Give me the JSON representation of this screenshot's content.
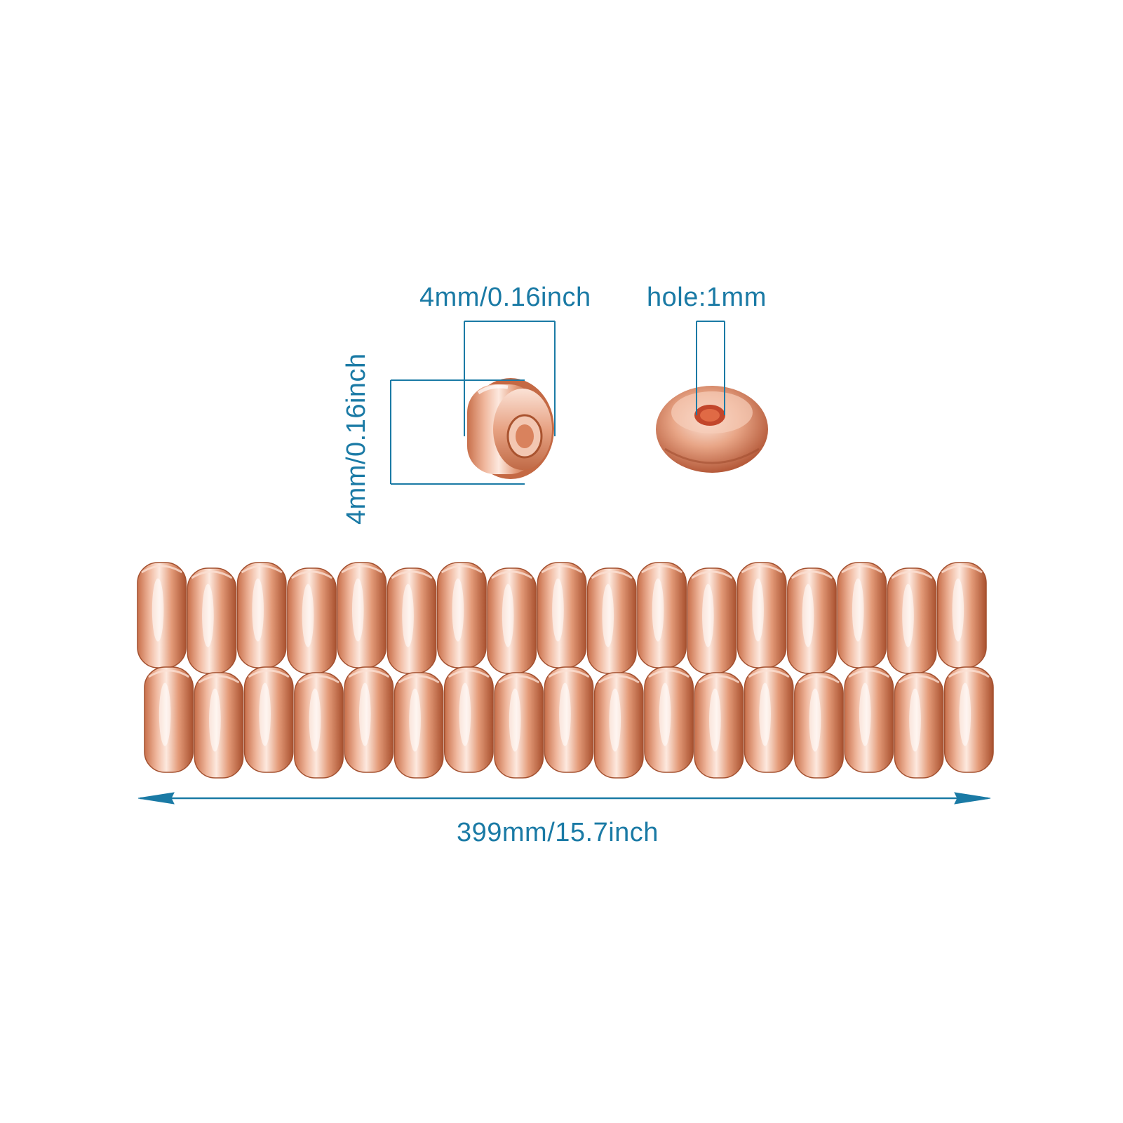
{
  "product": {
    "color": "#d98864",
    "highlight": "#fde7dc",
    "shadow": "#b55a3a",
    "single_bead_side_view": "flat-round-spacer-bead",
    "single_bead_hole_view": "flat-round-spacer-bead-hole",
    "strand_rows": 2,
    "beads_per_row": 17
  },
  "annotations": {
    "color": "#1a7aa5",
    "width_label": "4mm/0.16inch",
    "height_label": "4mm/0.16inch",
    "hole_label": "hole:1mm",
    "length_label": "399mm/15.7inch"
  }
}
